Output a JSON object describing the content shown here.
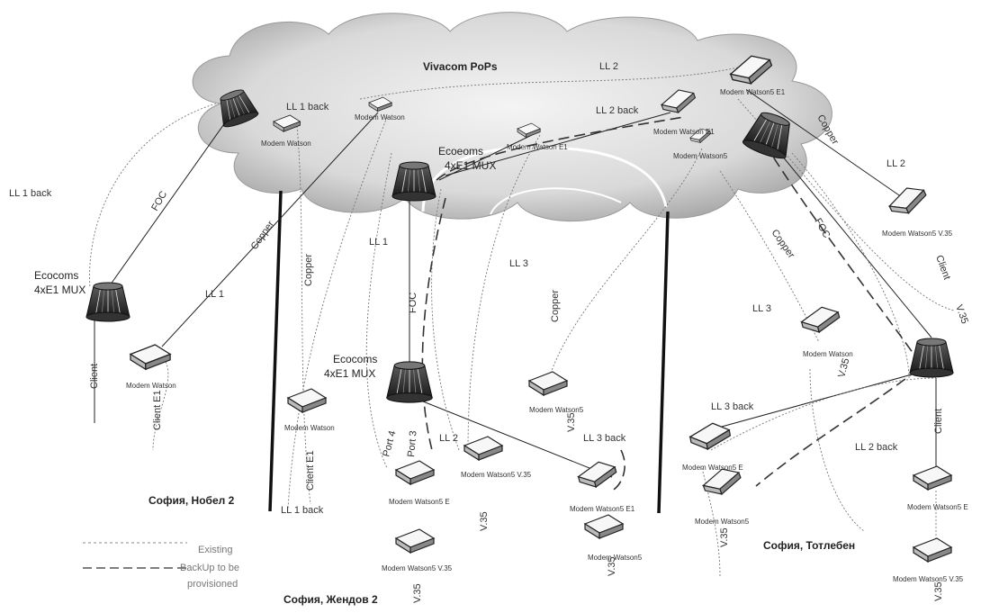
{
  "cloud_title": "Vivacom PoPs",
  "mux_label": [
    "Ecocoms",
    "4xE1 MUX"
  ],
  "mux_cloud_label": [
    "Ecoeoms",
    "4xE1 MUX"
  ],
  "sites": {
    "nobel": "София, Нобел 2",
    "zhendov": "София, Жендов 2",
    "totleben": "София, Тотлебен"
  },
  "legend": {
    "existing": "Existing",
    "backup_1": "BackUp to be",
    "backup_2": "provisioned"
  },
  "links": {
    "ll1_back_top": "LL 1 back",
    "ll1_back_left": "LL 1 back",
    "ll1_back_bottom": "LL 1 back",
    "ll1_a": "LL 1",
    "ll1_b": "LL 1",
    "ll2_top": "LL 2",
    "ll2_back_top": "LL 2 back",
    "ll2_right": "LL 2",
    "ll2_mid": "LL 2",
    "ll2_back_bottom": "LL 2 back",
    "ll3_a": "LL 3",
    "ll3_b": "LL 3",
    "ll3_back_mid": "LL 3 back",
    "ll3_back_right": "LL 3 back",
    "foc_left": "FOC",
    "foc_mid": "FOC",
    "foc_right": "FOC",
    "copper_a": "Copper",
    "copper_b": "Copper",
    "copper_c": "Copper",
    "copper_d": "Copper",
    "copper_e": "Copper",
    "client_left": "Client",
    "client_e1_a": "Client E1",
    "client_e1_b": "Client E1",
    "client_right": "Client",
    "client_far_right": "Client",
    "port4": "Port 4",
    "port3": "Port 3",
    "v35_a": "V.35",
    "v35_b": "V.35",
    "v35_c": "V.35",
    "v35_d": "V.35",
    "v35_e": "V.35",
    "v35_f": "V.35",
    "v35_g": "V.35",
    "v35_h": "V.35"
  },
  "modems": {
    "m_cloud_1": "Modem Watson",
    "m_cloud_2": "Modem Watson",
    "m_cloud_3": "Modem Watson E1",
    "m_cloud_4": "Modem Watson E1",
    "m_cloud_5": "Modem Watson5",
    "m_cloud_6": "Modem Watson5 E1",
    "m_right_top": "Modem Watson5 V.35",
    "m_nobel": "Modem Watson",
    "m_nobel_2": "Modem Watson",
    "m_zh_1": "Modem Watson5 E",
    "m_zh_2": "Modem Watson5 V.35",
    "m_zh_3": "Modem Watson5",
    "m_zh_4": "Modem Watson5 E1",
    "m_zh_5": "Modem Watson5",
    "m_zh_6": "Modem Watson5 V.35",
    "m_tot_1": "Modem Watson",
    "m_tot_2": "Modem Watson5 E",
    "m_tot_3": "Modem Watson5",
    "m_tot_4": "Modem Watson5 E",
    "m_tot_5": "Modem Watson5 V.35"
  }
}
